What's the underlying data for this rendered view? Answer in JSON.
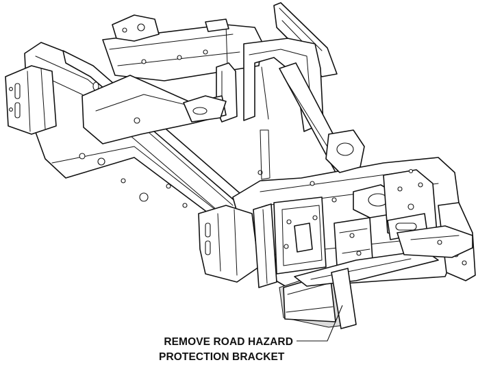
{
  "diagram": {
    "callouts": [
      {
        "id": "road-hazard-bracket",
        "lines": [
          "REMOVE ROAD HAZARD",
          "PROTECTION BRACKET"
        ]
      }
    ],
    "colors": {
      "line": "#111111",
      "background": "#ffffff",
      "shade": "#d9d9d9"
    }
  }
}
